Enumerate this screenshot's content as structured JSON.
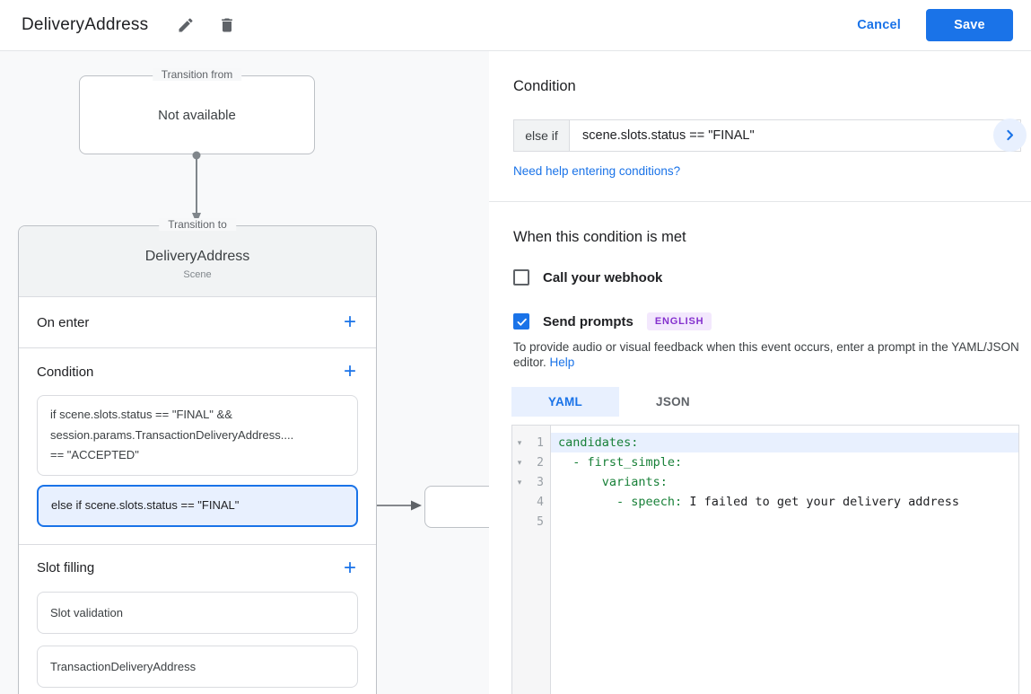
{
  "header": {
    "title": "DeliveryAddress",
    "cancel_label": "Cancel",
    "save_label": "Save"
  },
  "icons": {
    "edit": "pencil-icon",
    "delete": "trash-icon",
    "plus": "+",
    "fold": "▾",
    "collapse": "chevron-right-icon"
  },
  "colors": {
    "accent_blue": "#1a73e8",
    "light_blue": "#e8f0fe",
    "key_green": "#188038",
    "badge_purple": "#8430ce",
    "badge_bg": "#f3e8fd"
  },
  "canvas": {
    "transition_from": {
      "label": "Transition from",
      "value": "Not available"
    },
    "scene": {
      "label": "Transition to",
      "name": "DeliveryAddress",
      "type": "Scene",
      "on_enter_title": "On enter",
      "condition_title": "Condition",
      "condition_cards": [
        {
          "lines": [
            "if scene.slots.status == \"FINAL\" &&",
            "session.params.TransactionDeliveryAddress....",
            "== \"ACCEPTED\""
          ]
        },
        {
          "lines": [
            "else if scene.slots.status == \"FINAL\""
          ]
        }
      ],
      "slot_filling_title": "Slot filling",
      "slot_cards": [
        "Slot validation",
        "TransactionDeliveryAddress"
      ]
    }
  },
  "panel": {
    "title": "Condition",
    "condition_prefix": "else if",
    "condition_value": "scene.slots.status == \"FINAL\"",
    "help_link": "Need help entering conditions?",
    "when_title": "When this condition is met",
    "webhook": {
      "label": "Call your webhook",
      "checked": false
    },
    "prompts": {
      "label": "Send prompts",
      "checked": true,
      "badge": "ENGLISH"
    },
    "description": "To provide audio or visual feedback when this event occurs, enter a prompt in the YAML/JSON editor.",
    "description_help": "Help",
    "tabs": [
      {
        "label": "YAML",
        "active": true
      },
      {
        "label": "JSON",
        "active": false
      }
    ],
    "editor": {
      "lines": [
        {
          "num": "1",
          "fold": true,
          "highlighted": true,
          "tokens": [
            {
              "type": "key",
              "text": "candidates:"
            }
          ]
        },
        {
          "num": "2",
          "fold": true,
          "highlighted": false,
          "tokens": [
            {
              "type": "plain",
              "text": "  "
            },
            {
              "type": "key",
              "text": "- first_simple:"
            }
          ]
        },
        {
          "num": "3",
          "fold": true,
          "highlighted": false,
          "tokens": [
            {
              "type": "plain",
              "text": "      "
            },
            {
              "type": "key",
              "text": "variants:"
            }
          ]
        },
        {
          "num": "4",
          "fold": false,
          "highlighted": false,
          "tokens": [
            {
              "type": "plain",
              "text": "        "
            },
            {
              "type": "key",
              "text": "- speech:"
            },
            {
              "type": "plain",
              "text": " I failed to get your delivery address"
            }
          ]
        },
        {
          "num": "5",
          "fold": false,
          "highlighted": false,
          "tokens": []
        }
      ]
    }
  }
}
